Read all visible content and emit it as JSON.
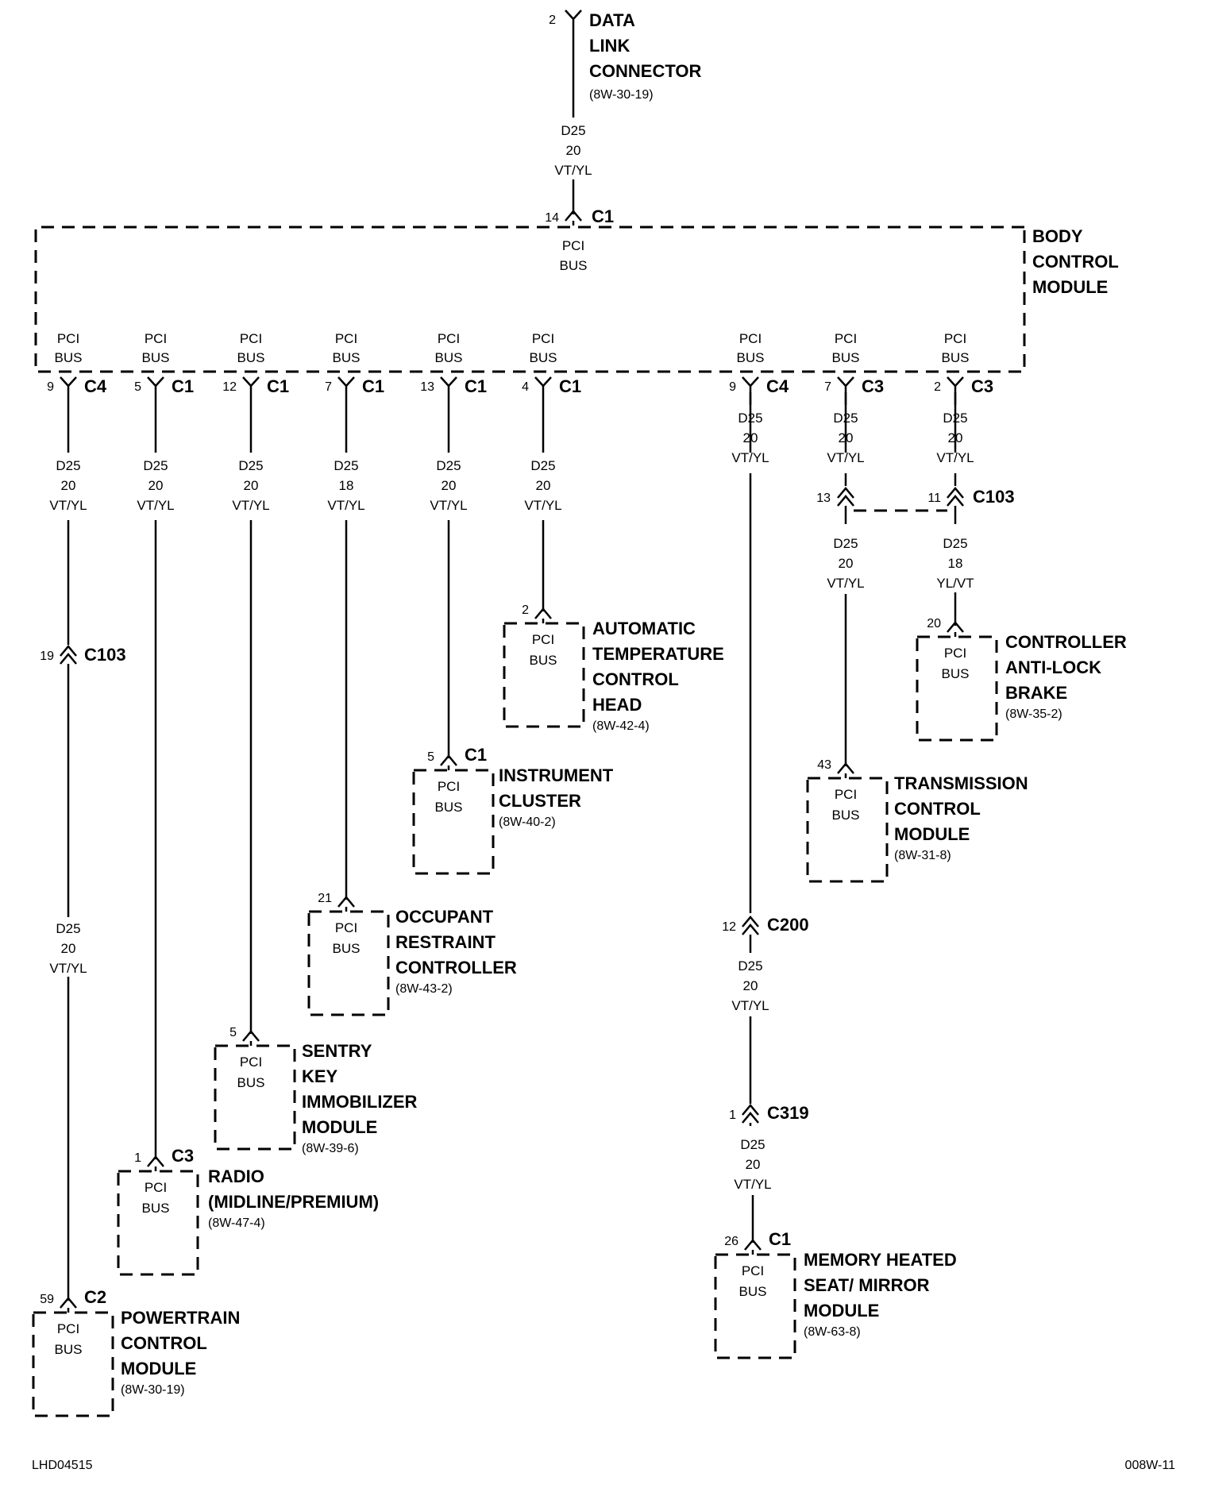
{
  "dlc": {
    "pin": "2",
    "name": [
      "DATA",
      "LINK",
      "CONNECTOR"
    ],
    "ref": "(8W-30-19)",
    "wire": [
      "D25",
      "20",
      "VT/YL"
    ]
  },
  "bcm": {
    "pin": "14",
    "connector": "C1",
    "pci": [
      "PCI",
      "BUS"
    ],
    "name": [
      "BODY",
      "CONTROL",
      "MODULE"
    ]
  },
  "taps": [
    {
      "pin": "9",
      "connector": "C4",
      "wire": [
        "D25",
        "20",
        "VT/YL"
      ]
    },
    {
      "pin": "5",
      "connector": "C1",
      "wire": [
        "D25",
        "20",
        "VT/YL"
      ]
    },
    {
      "pin": "12",
      "connector": "C1",
      "wire": [
        "D25",
        "20",
        "VT/YL"
      ]
    },
    {
      "pin": "7",
      "connector": "C1",
      "wire": [
        "D25",
        "18",
        "VT/YL"
      ]
    },
    {
      "pin": "13",
      "connector": "C1",
      "wire": [
        "D25",
        "20",
        "VT/YL"
      ]
    },
    {
      "pin": "4",
      "connector": "C1",
      "wire": [
        "D25",
        "20",
        "VT/YL"
      ]
    },
    {
      "pin": "9",
      "connector": "C4",
      "wire": [
        "D25",
        "20",
        "VT/YL"
      ]
    },
    {
      "pin": "7",
      "connector": "C3",
      "wire": [
        "D25",
        "20",
        "VT/YL"
      ]
    },
    {
      "pin": "2",
      "connector": "C3",
      "wire": [
        "D25",
        "20",
        "VT/YL"
      ]
    }
  ],
  "inline": [
    {
      "pin": "19",
      "connector": "C103"
    },
    {
      "pin": "13",
      "connector": ""
    },
    {
      "pin": "11",
      "connector": "C103"
    },
    {
      "pin": "12",
      "connector": "C200"
    },
    {
      "pin": "1",
      "connector": "C319"
    }
  ],
  "inline_wires": [
    [
      "D25",
      "20",
      "VT/YL"
    ],
    [
      "D25",
      "20",
      "VT/YL"
    ],
    [
      "D25",
      "18",
      "YL/VT"
    ],
    [
      "D25",
      "20",
      "VT/YL"
    ],
    [
      "D25",
      "20",
      "VT/YL"
    ]
  ],
  "modules": [
    {
      "pin": "2",
      "connector": "",
      "name": [
        "AUTOMATIC",
        "TEMPERATURE",
        "CONTROL",
        "HEAD"
      ],
      "ref": "(8W-42-4)"
    },
    {
      "pin": "5",
      "connector": "C1",
      "name": [
        "INSTRUMENT",
        "CLUSTER"
      ],
      "ref": "(8W-40-2)"
    },
    {
      "pin": "21",
      "connector": "",
      "name": [
        "OCCUPANT",
        "RESTRAINT",
        "CONTROLLER"
      ],
      "ref": "(8W-43-2)"
    },
    {
      "pin": "5",
      "connector": "",
      "name": [
        "SENTRY",
        "KEY",
        "IMMOBILIZER",
        "MODULE"
      ],
      "ref": "(8W-39-6)"
    },
    {
      "pin": "1",
      "connector": "C3",
      "name": [
        "RADIO",
        "(MIDLINE/PREMIUM)"
      ],
      "ref": "(8W-47-4)"
    },
    {
      "pin": "59",
      "connector": "C2",
      "name": [
        "POWERTRAIN",
        "CONTROL",
        "MODULE"
      ],
      "ref": "(8W-30-19)"
    },
    {
      "pin": "20",
      "connector": "",
      "name": [
        "CONTROLLER",
        "ANTI-LOCK",
        "BRAKE"
      ],
      "ref": "(8W-35-2)"
    },
    {
      "pin": "43",
      "connector": "",
      "name": [
        "TRANSMISSION",
        "CONTROL",
        "MODULE"
      ],
      "ref": "(8W-31-8)"
    },
    {
      "pin": "26",
      "connector": "C1",
      "name": [
        "MEMORY HEATED",
        "SEAT/ MIRROR",
        "MODULE"
      ],
      "ref": "(8W-63-8)"
    }
  ],
  "footer": {
    "left": "LHD04515",
    "right": "008W-11"
  }
}
